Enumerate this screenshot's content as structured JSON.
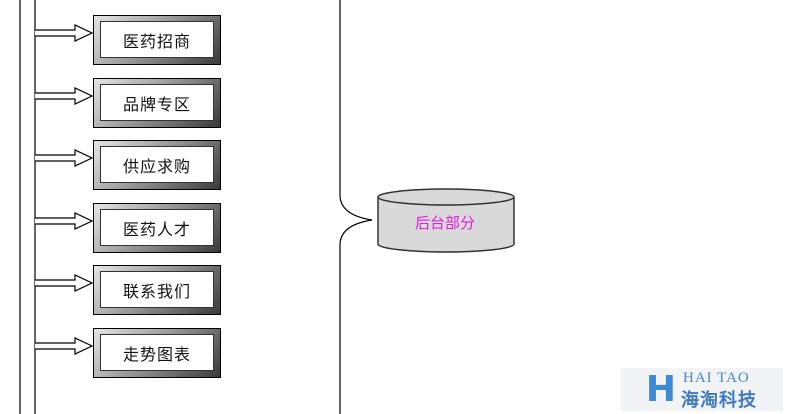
{
  "boxes": [
    {
      "label": "医药招商"
    },
    {
      "label": "品牌专区"
    },
    {
      "label": "供应求购"
    },
    {
      "label": "医药人才"
    },
    {
      "label": "联系我们"
    },
    {
      "label": "走势图表"
    }
  ],
  "backend": {
    "label": "后台部分",
    "label_color": "#e020e0",
    "fill": "#d9d9d9"
  },
  "watermark": {
    "en": "HAI TAO",
    "cn": "海淘科技",
    "mark": "H",
    "color": "#2f7fd1"
  }
}
